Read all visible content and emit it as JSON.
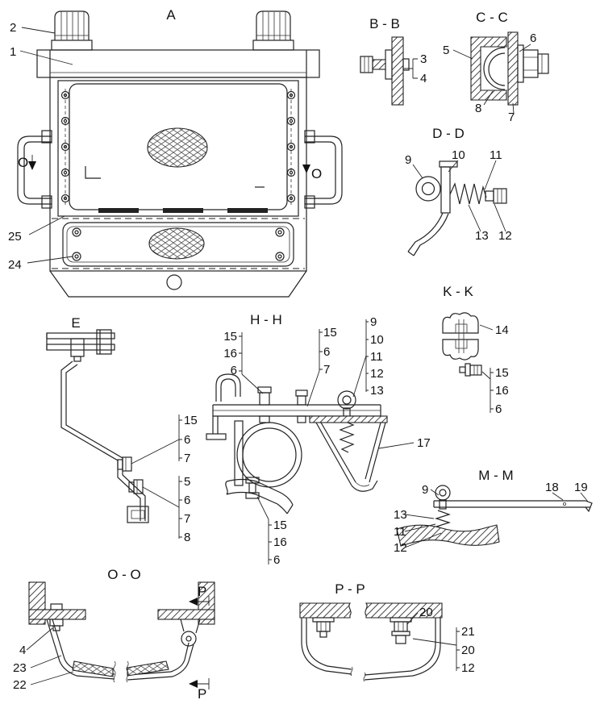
{
  "figure": {
    "background": "#ffffff",
    "line_color": "#222222",
    "text_color": "#111111"
  },
  "views": {
    "a": {
      "label": "A"
    },
    "bb": {
      "label": "B - B"
    },
    "cc": {
      "label": "C - C"
    },
    "dd": {
      "label": "D - D"
    },
    "e": {
      "label": "E"
    },
    "hh": {
      "label": "H - H"
    },
    "kk": {
      "label": "K - K"
    },
    "mm": {
      "label": "M - M"
    },
    "oo": {
      "label": "O - O"
    },
    "pp": {
      "label": "P - P"
    }
  },
  "callouts": {
    "a": {
      "c2": "2",
      "c1": "1",
      "o_left": "O",
      "o_right": "O",
      "c25": "25",
      "c24": "24"
    },
    "bb": {
      "c3": "3",
      "c4": "4"
    },
    "cc": {
      "c5": "5",
      "c6": "6",
      "c8": "8",
      "c7": "7"
    },
    "dd": {
      "c9": "9",
      "c10": "10",
      "c11": "11",
      "c13": "13",
      "c12": "12"
    },
    "e": {
      "g1": [
        "15",
        "6",
        "7"
      ],
      "g2": [
        "5",
        "6",
        "7",
        "8"
      ]
    },
    "hh": {
      "left": [
        "15",
        "16",
        "6"
      ],
      "mid": [
        "15",
        "6",
        "7"
      ],
      "right": [
        "9",
        "10",
        "11",
        "12",
        "13"
      ],
      "c17": "17",
      "bottom": [
        "15",
        "16",
        "6"
      ]
    },
    "kk": {
      "c14": "14",
      "group": [
        "15",
        "16",
        "6"
      ]
    },
    "mm": {
      "c9": "9",
      "c18": "18",
      "c19": "19",
      "left": [
        "13",
        "11",
        "12"
      ]
    },
    "oo": {
      "p_top": "P",
      "p_bottom": "P",
      "c4": "4",
      "c23": "23",
      "c22": "22"
    },
    "pp": {
      "c20": "20",
      "group": [
        "21",
        "20",
        "12"
      ]
    }
  }
}
